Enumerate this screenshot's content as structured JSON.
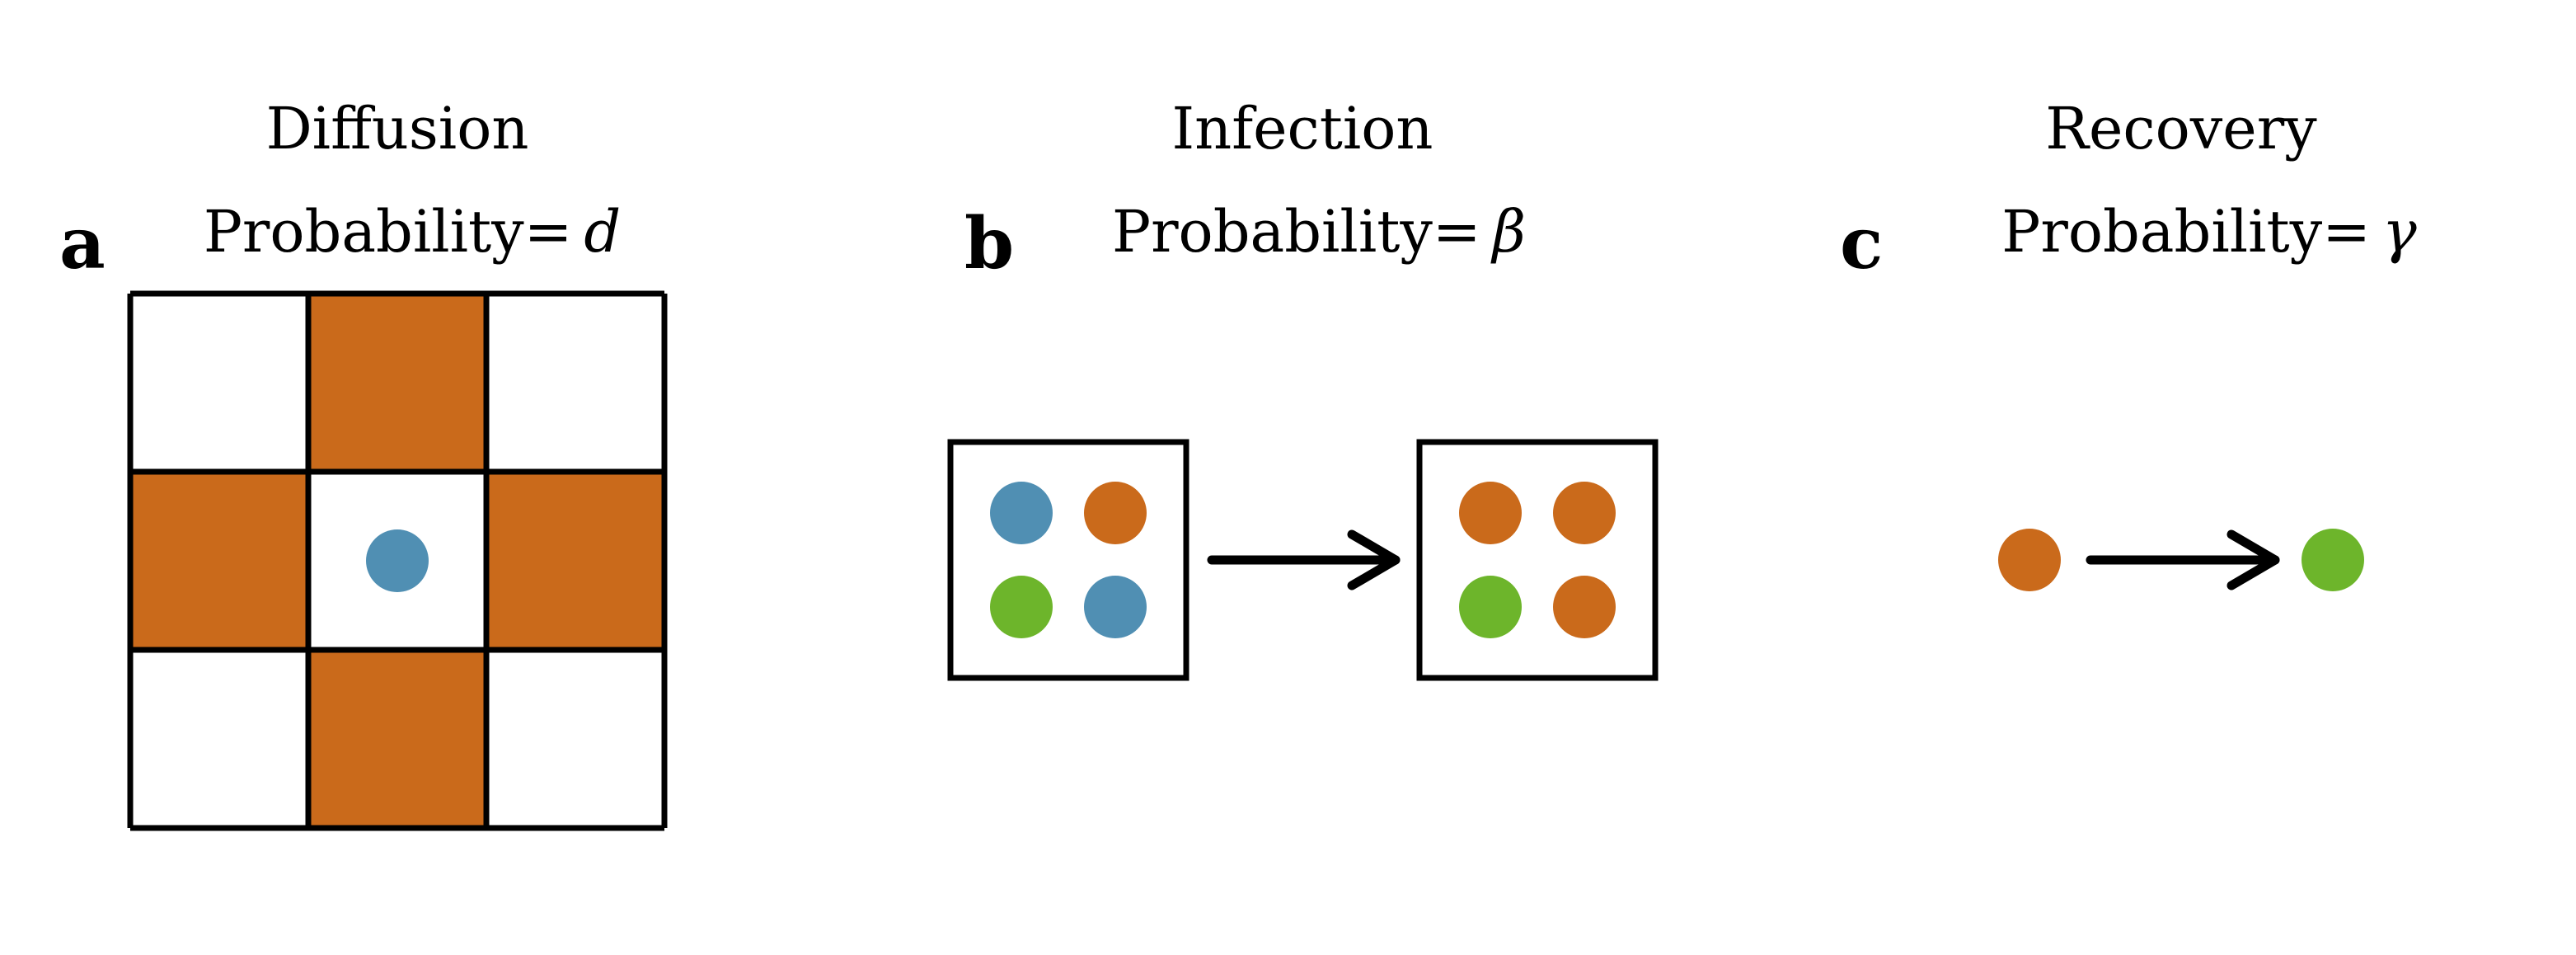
{
  "colors": {
    "infected": "#ca6a1b",
    "susceptible": "#508fb3",
    "recovered": "#6db52b",
    "empty_cell": "#ffffff"
  },
  "panels": [
    {
      "letter": "a",
      "heading": "Diffusion",
      "probability_label": "Probability=",
      "probability_symbol": "d",
      "grid": [
        [
          "empty",
          "infected",
          "empty"
        ],
        [
          "infected",
          "center",
          "infected"
        ],
        [
          "empty",
          "infected",
          "empty"
        ]
      ],
      "center_particle": "susceptible"
    },
    {
      "letter": "b",
      "heading": "Infection",
      "probability_label": "Probability=",
      "probability_symbol": "β",
      "before": [
        "susceptible",
        "infected",
        "recovered",
        "susceptible"
      ],
      "after": [
        "infected",
        "infected",
        "recovered",
        "infected"
      ]
    },
    {
      "letter": "c",
      "heading": "Recovery",
      "probability_label": "Probability=",
      "probability_symbol": "γ",
      "from": "infected",
      "to": "recovered"
    }
  ]
}
